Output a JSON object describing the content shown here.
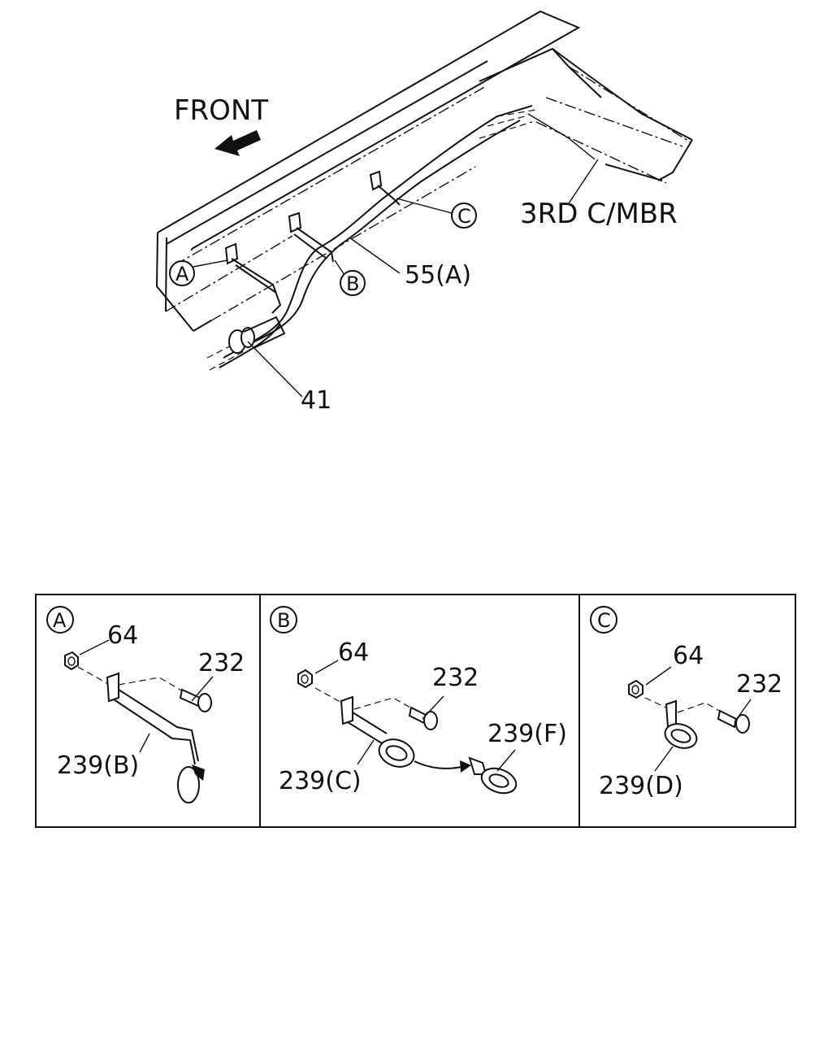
{
  "main_view": {
    "front_label": "FRONT",
    "crossmember_label": "3RD C/MBR",
    "harness_label": "55(A)",
    "clip_label": "41",
    "callout_a": "A",
    "callout_b": "B",
    "callout_c": "C"
  },
  "details": [
    {
      "key": "A",
      "nut": "64",
      "bolt": "232",
      "bracket": "239(B)"
    },
    {
      "key": "B",
      "nut": "64",
      "bolt": "232",
      "bracket": "239(C)",
      "clip": "239(F)"
    },
    {
      "key": "C",
      "nut": "64",
      "bolt": "232",
      "bracket": "239(D)"
    }
  ]
}
